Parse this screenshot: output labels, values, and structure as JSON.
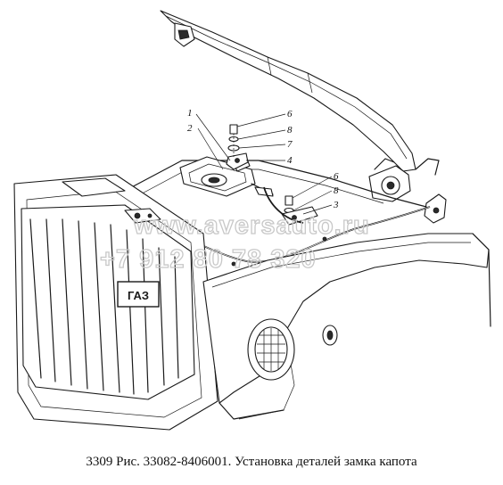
{
  "watermark": {
    "site": "www.aversauto.ru",
    "phone": "+7 912 80 78 320"
  },
  "callouts": [
    {
      "id": "c1",
      "text": "1"
    },
    {
      "id": "c2",
      "text": "2"
    },
    {
      "id": "c6a",
      "text": "6"
    },
    {
      "id": "c8a",
      "text": "8"
    },
    {
      "id": "c7",
      "text": "7"
    },
    {
      "id": "c4",
      "text": "4"
    },
    {
      "id": "c6b",
      "text": "6"
    },
    {
      "id": "c8b",
      "text": "8"
    },
    {
      "id": "c3",
      "text": "3"
    }
  ],
  "grille_emblem": "ГАЗ",
  "caption": "3309 Рис. 33082-8406001. Установка деталей замка капота"
}
